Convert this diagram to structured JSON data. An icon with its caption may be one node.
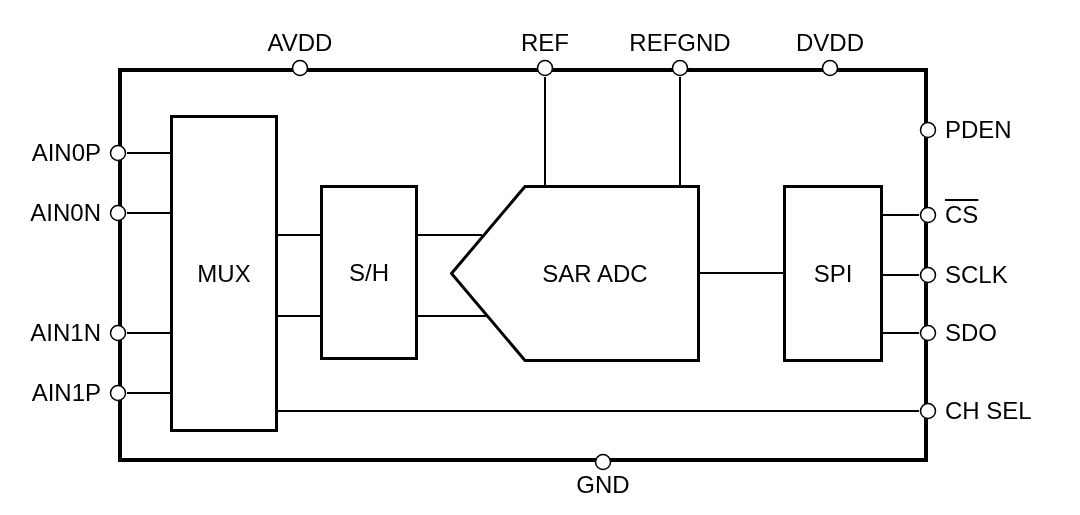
{
  "diagram": {
    "nodes": [
      {
        "text": [],
        "shape": "box"
      },
      {
        "text": [
          "MUX"
        ],
        "in": 0
      },
      {
        "text": [
          "S/H"
        ],
        "in": 0
      },
      {
        "text": [
          "SAR ADC"
        ],
        "in": 0
      },
      {
        "text": [
          "SPI"
        ],
        "in": 0
      },
      {
        "text": [
          "AVDD"
        ]
      },
      {
        "text": [
          "REF"
        ]
      },
      {
        "text": [
          "REFGND"
        ]
      },
      {
        "text": [
          "DVDD"
        ]
      },
      {
        "text": [
          "AIN0P"
        ]
      },
      {
        "text": [
          "AIN0N"
        ]
      },
      {
        "text": [
          "AIN1N"
        ]
      },
      {
        "text": [
          "AIN1P"
        ]
      },
      {
        "text": [
          "PDEN"
        ]
      },
      {
        "text": [
          "CS"
        ]
      },
      {
        "text": [
          "SCLK"
        ]
      },
      {
        "text": [
          "SDO"
        ]
      },
      {
        "text": [
          "CH SEL"
        ]
      },
      {
        "text": [
          "GND"
        ]
      }
    ],
    "edges": [
      {
        "from": 9,
        "to": 1,
        "arrow": "none"
      },
      {
        "from": 10,
        "to": 1,
        "arrow": "none"
      },
      {
        "from": 11,
        "to": 1,
        "arrow": "none"
      },
      {
        "from": 12,
        "to": 1,
        "arrow": "none"
      },
      {
        "from": 1,
        "to": 2,
        "arrow": "none"
      },
      {
        "from": 1,
        "to": 2,
        "arrow": "none"
      },
      {
        "from": 2,
        "to": 3,
        "arrow": "none"
      },
      {
        "from": 2,
        "to": 3,
        "arrow": "none"
      },
      {
        "from": 6,
        "to": 3,
        "arrow": "none"
      },
      {
        "from": 7,
        "to": 3,
        "arrow": "none"
      },
      {
        "from": 3,
        "to": 4,
        "arrow": "none"
      },
      {
        "from": 4,
        "to": 14,
        "arrow": "none"
      },
      {
        "from": 4,
        "to": 15,
        "arrow": "none"
      },
      {
        "from": 4,
        "to": 16,
        "arrow": "none"
      },
      {
        "from": 1,
        "to": 17,
        "arrow": "none"
      }
    ]
  }
}
